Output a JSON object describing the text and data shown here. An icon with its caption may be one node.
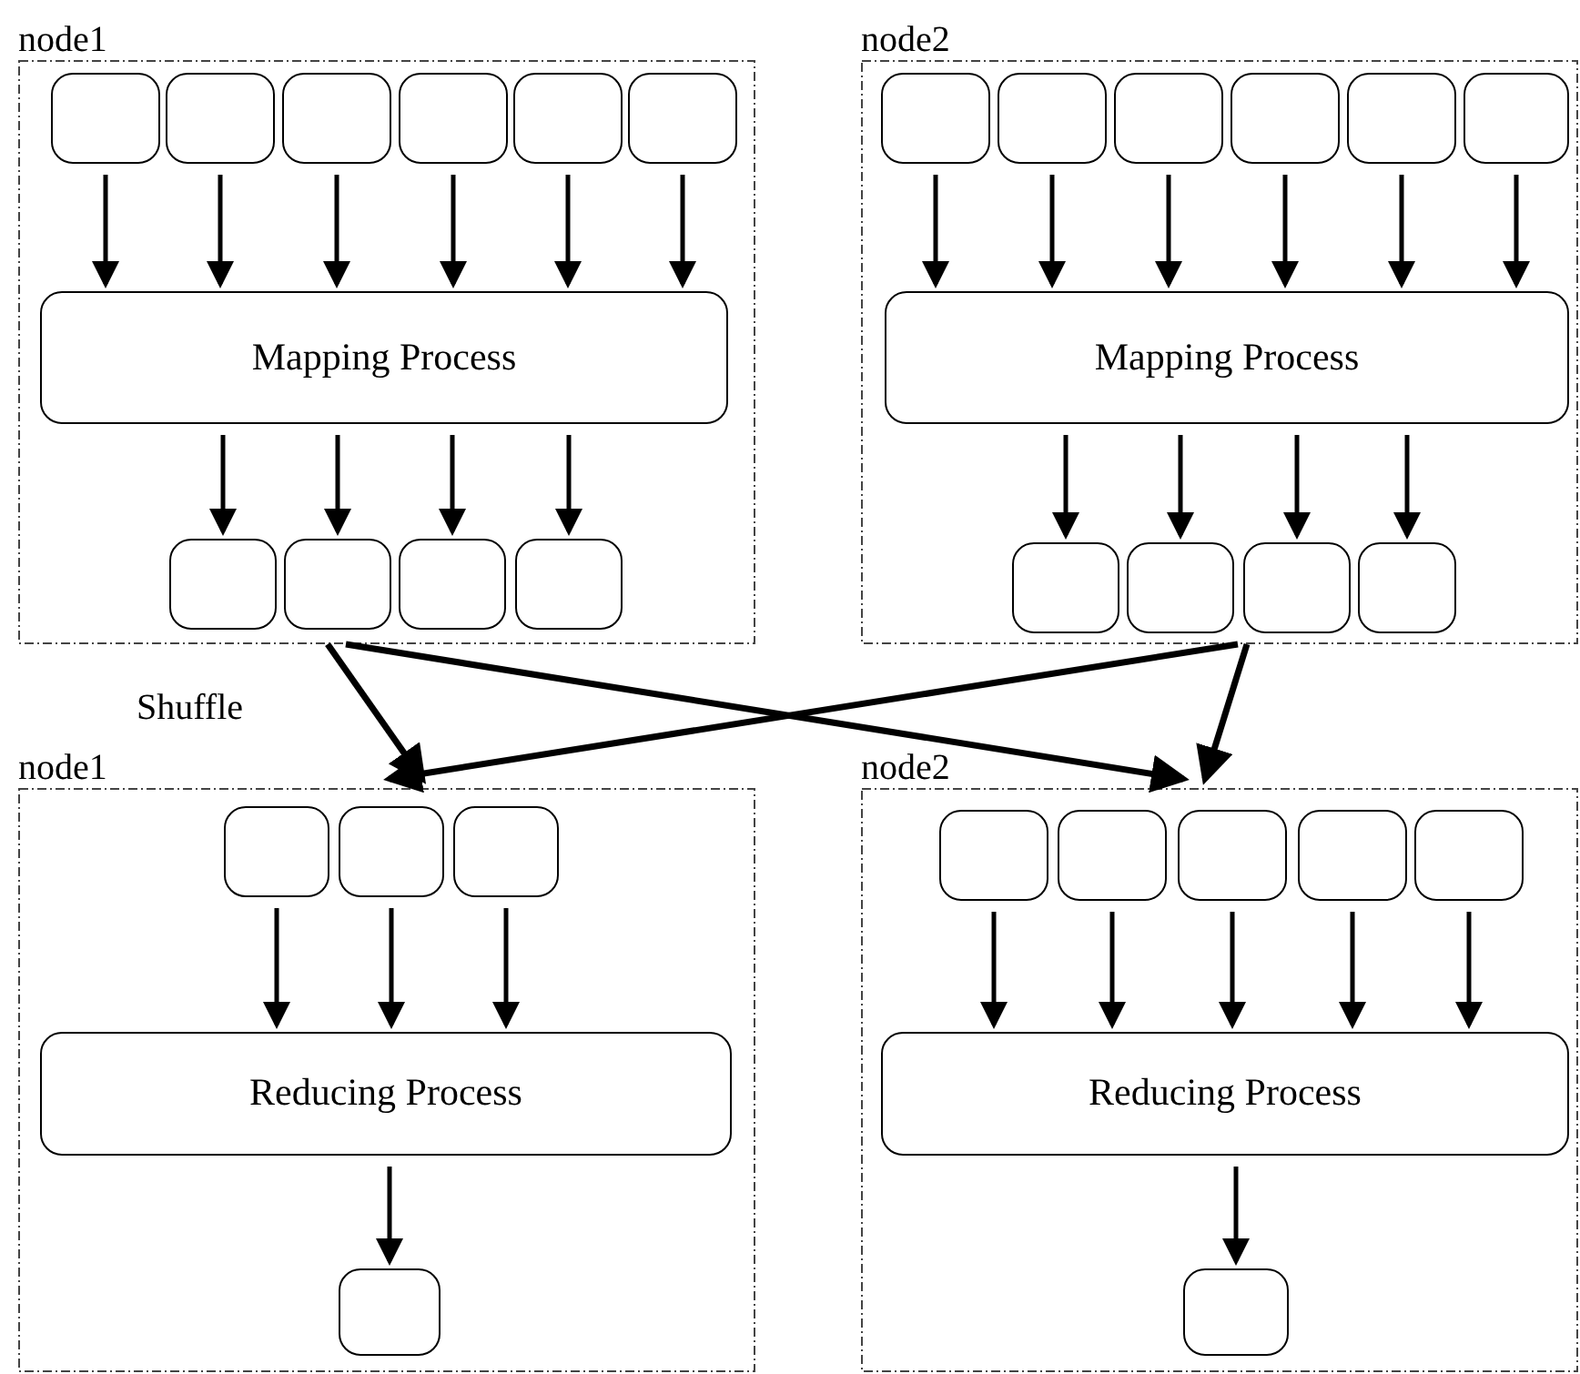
{
  "diagram": {
    "nodes": [
      {
        "text": [
          "node1"
        ]
      },
      {
        "text": [],
        "shape": "box",
        "in": 0
      },
      {
        "text": [],
        "shape": "box",
        "in": 0
      },
      {
        "text": [],
        "shape": "box",
        "in": 0
      },
      {
        "text": [],
        "shape": "box",
        "in": 0
      },
      {
        "text": [],
        "shape": "box",
        "in": 0
      },
      {
        "text": [],
        "shape": "box",
        "in": 0
      },
      {
        "text": [
          "Mapping Process"
        ],
        "in": 0
      },
      {
        "text": [],
        "shape": "box",
        "in": 0
      },
      {
        "text": [],
        "shape": "box",
        "in": 0
      },
      {
        "text": [],
        "shape": "box",
        "in": 0
      },
      {
        "text": [],
        "shape": "box",
        "in": 0
      },
      {
        "text": [
          "node2"
        ]
      },
      {
        "text": [],
        "shape": "box",
        "in": 12
      },
      {
        "text": [],
        "shape": "box",
        "in": 12
      },
      {
        "text": [],
        "shape": "box",
        "in": 12
      },
      {
        "text": [],
        "shape": "box",
        "in": 12
      },
      {
        "text": [],
        "shape": "box",
        "in": 12
      },
      {
        "text": [],
        "shape": "box",
        "in": 12
      },
      {
        "text": [
          "Mapping Process"
        ],
        "in": 12
      },
      {
        "text": [],
        "shape": "box",
        "in": 12
      },
      {
        "text": [],
        "shape": "box",
        "in": 12
      },
      {
        "text": [],
        "shape": "box",
        "in": 12
      },
      {
        "text": [],
        "shape": "box",
        "in": 12
      },
      {
        "text": [
          "node1"
        ]
      },
      {
        "text": [],
        "shape": "box",
        "in": 24
      },
      {
        "text": [],
        "shape": "box",
        "in": 24
      },
      {
        "text": [],
        "shape": "box",
        "in": 24
      },
      {
        "text": [
          "Reducing Process"
        ],
        "in": 24
      },
      {
        "text": [],
        "shape": "box",
        "in": 24
      },
      {
        "text": [
          "node2"
        ]
      },
      {
        "text": [],
        "shape": "box",
        "in": 30
      },
      {
        "text": [],
        "shape": "box",
        "in": 30
      },
      {
        "text": [],
        "shape": "box",
        "in": 30
      },
      {
        "text": [],
        "shape": "box",
        "in": 30
      },
      {
        "text": [],
        "shape": "box",
        "in": 30
      },
      {
        "text": [
          "Reducing Process"
        ],
        "in": 30
      },
      {
        "text": [],
        "shape": "box",
        "in": 30
      }
    ],
    "edges": [
      {
        "from": 1,
        "to": 7,
        "arrow": "to"
      },
      {
        "from": 2,
        "to": 7,
        "arrow": "to"
      },
      {
        "from": 3,
        "to": 7,
        "arrow": "to"
      },
      {
        "from": 4,
        "to": 7,
        "arrow": "to"
      },
      {
        "from": 5,
        "to": 7,
        "arrow": "to"
      },
      {
        "from": 6,
        "to": 7,
        "arrow": "to"
      },
      {
        "from": 7,
        "to": 8,
        "arrow": "to"
      },
      {
        "from": 7,
        "to": 9,
        "arrow": "to"
      },
      {
        "from": 7,
        "to": 10,
        "arrow": "to"
      },
      {
        "from": 7,
        "to": 11,
        "arrow": "to"
      },
      {
        "from": 13,
        "to": 19,
        "arrow": "to"
      },
      {
        "from": 14,
        "to": 19,
        "arrow": "to"
      },
      {
        "from": 15,
        "to": 19,
        "arrow": "to"
      },
      {
        "from": 16,
        "to": 19,
        "arrow": "to"
      },
      {
        "from": 17,
        "to": 19,
        "arrow": "to"
      },
      {
        "from": 18,
        "to": 19,
        "arrow": "to"
      },
      {
        "from": 19,
        "to": 20,
        "arrow": "to"
      },
      {
        "from": 19,
        "to": 21,
        "arrow": "to"
      },
      {
        "from": 19,
        "to": 22,
        "arrow": "to"
      },
      {
        "from": 19,
        "to": 23,
        "arrow": "to"
      },
      {
        "from": 0,
        "to": 24,
        "arrow": "to"
      },
      {
        "from": 0,
        "to": 30,
        "arrow": "to"
      },
      {
        "from": 12,
        "to": 24,
        "arrow": "to"
      },
      {
        "from": 12,
        "to": 30,
        "arrow": "to"
      },
      {
        "from": 25,
        "to": 28,
        "arrow": "to"
      },
      {
        "from": 26,
        "to": 28,
        "arrow": "to"
      },
      {
        "from": 27,
        "to": 28,
        "arrow": "to"
      },
      {
        "from": 28,
        "to": 29,
        "arrow": "to"
      },
      {
        "from": 31,
        "to": 36,
        "arrow": "to"
      },
      {
        "from": 32,
        "to": 36,
        "arrow": "to"
      },
      {
        "from": 33,
        "to": 36,
        "arrow": "to"
      },
      {
        "from": 34,
        "to": 36,
        "arrow": "to"
      },
      {
        "from": 35,
        "to": 36,
        "arrow": "to"
      },
      {
        "from": 36,
        "to": 37,
        "arrow": "to"
      }
    ],
    "labels": [
      "Shuffle"
    ]
  }
}
